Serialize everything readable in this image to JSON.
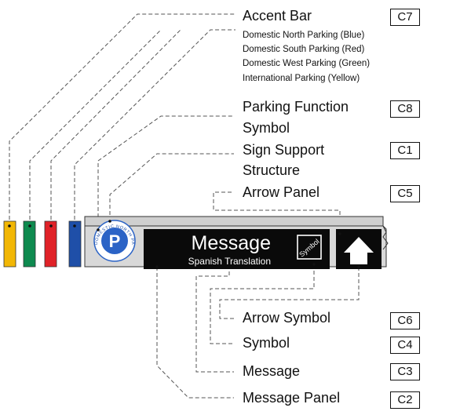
{
  "legend": {
    "accent_bar": {
      "title": "Accent Bar",
      "code": "C7",
      "variants": [
        "Domestic North Parking (Blue)",
        "Domestic South Parking (Red)",
        "Domestic West Parking (Green)",
        "International Parking (Yellow)"
      ]
    },
    "parking_symbol": {
      "title_line1": "Parking Function",
      "title_line2": "Symbol",
      "code": "C8"
    },
    "sign_support": {
      "title_line1": "Sign Support",
      "title_line2": "Structure",
      "code": "C1"
    },
    "arrow_panel": {
      "title": "Arrow Panel",
      "code": "C5"
    },
    "arrow_symbol": {
      "title": "Arrow Symbol",
      "code": "C6"
    },
    "symbol": {
      "title": "Symbol",
      "code": "C4"
    },
    "message": {
      "title": "Message",
      "code": "C3"
    },
    "message_panel": {
      "title": "Message Panel",
      "code": "C2"
    }
  },
  "sign": {
    "message_text": "Message",
    "translation_text": "Spanish Translation",
    "symbol_text": "Symbol",
    "parking_letter": "P",
    "circle_text": "DOMESTIC NORTH PARKING",
    "arrow_glyph": "↑"
  },
  "colors": {
    "yellow": "#f2b705",
    "green": "#0e8a4f",
    "red": "#e02228",
    "blue": "#1f4fa8",
    "parking_blue": "#2b63c6",
    "panel_black": "#0a0a0a",
    "leader": "#555555"
  }
}
